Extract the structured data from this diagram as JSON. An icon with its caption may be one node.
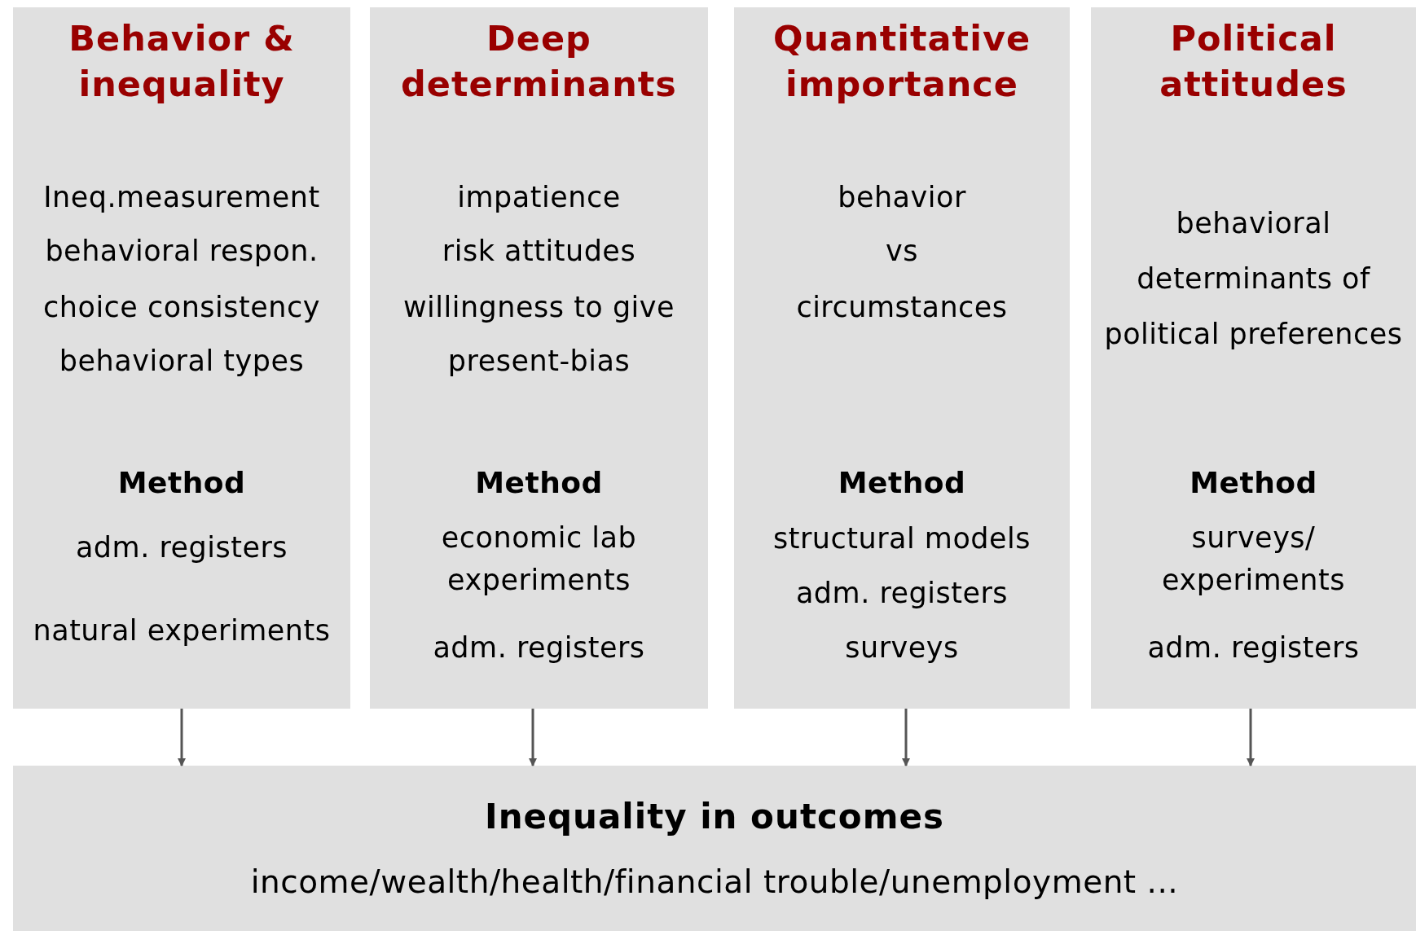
{
  "diagram": {
    "nodes": [
      {
        "text": [
          "Behavior & inequality",
          "Ineq.measurement",
          "behavioral respon.",
          "choice consistency",
          "behavioral types",
          "Method",
          "adm. registers",
          "natural experiments"
        ]
      },
      {
        "text": [
          "Deep determinants",
          "impatience",
          "risk attitudes",
          "willingness to give",
          "present-bias",
          "Method",
          "economic lab experiments",
          "adm. registers"
        ]
      },
      {
        "text": [
          "Quantitative importance",
          "behavior",
          "vs",
          "circumstances",
          "Method",
          "structural models",
          "adm. registers",
          "surveys"
        ]
      },
      {
        "text": [
          "Political attitudes",
          "behavioral determinants of political preferences",
          "Method",
          "surveys/ experiments",
          "adm. registers"
        ]
      },
      {
        "text": [
          "Inequality in outcomes",
          "income/wealth/health/financial trouble/unemployment ..."
        ]
      }
    ],
    "edges": [
      {
        "from": 0,
        "to": 4,
        "arrow": "to"
      },
      {
        "from": 1,
        "to": 4,
        "arrow": "to"
      },
      {
        "from": 2,
        "to": 4,
        "arrow": "to"
      },
      {
        "from": 3,
        "to": 4,
        "arrow": "to"
      }
    ]
  }
}
